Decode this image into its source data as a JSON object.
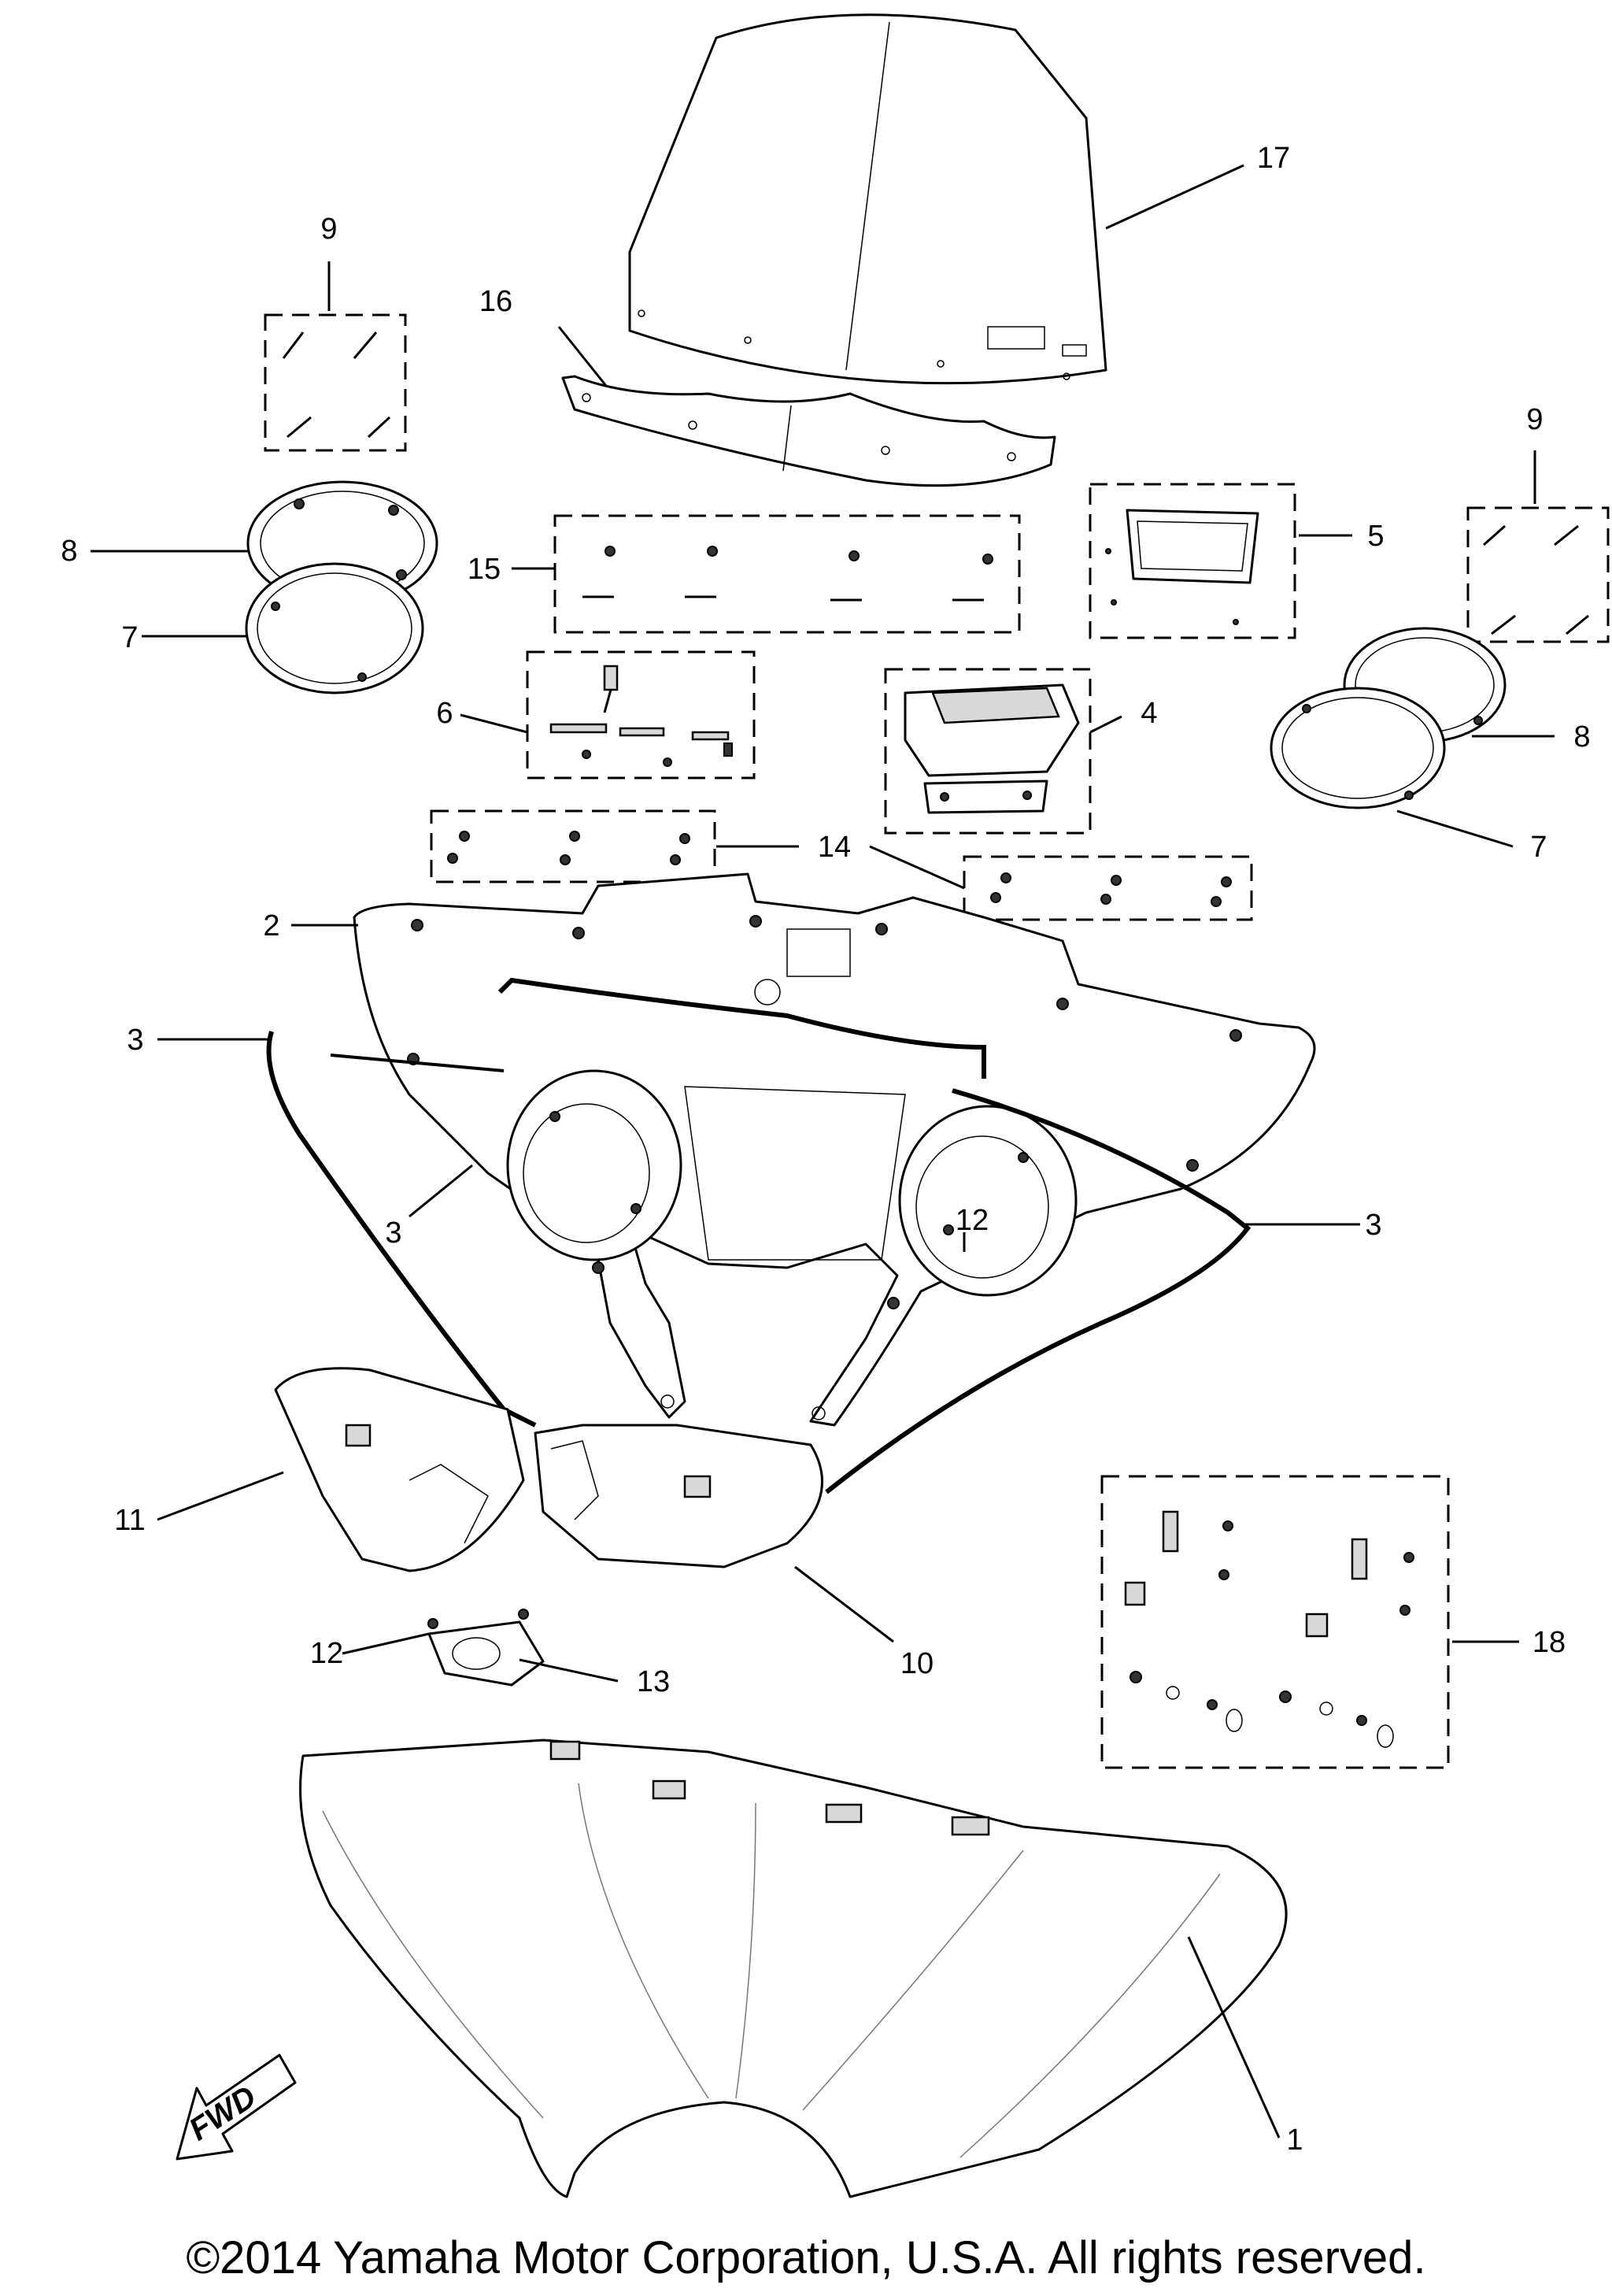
{
  "callouts": {
    "c1": "1",
    "c2": "2",
    "c3a": "3",
    "c3b": "3",
    "c3c": "3",
    "c4": "4",
    "c5": "5",
    "c6": "6",
    "c7a": "7",
    "c7b": "7",
    "c8a": "8",
    "c8b": "8",
    "c9a": "9",
    "c9b": "9",
    "c10": "10",
    "c11": "11",
    "c12a": "12",
    "c12b": "12",
    "c13": "13",
    "c14": "14",
    "c15": "15",
    "c16": "16",
    "c17": "17",
    "c18": "18"
  },
  "fwd_label": "FWD",
  "copyright": "©2014 Yamaha Motor Corporation, U.S.A. All rights reserved.",
  "icons": {
    "direction": "fwd-arrow-icon"
  }
}
